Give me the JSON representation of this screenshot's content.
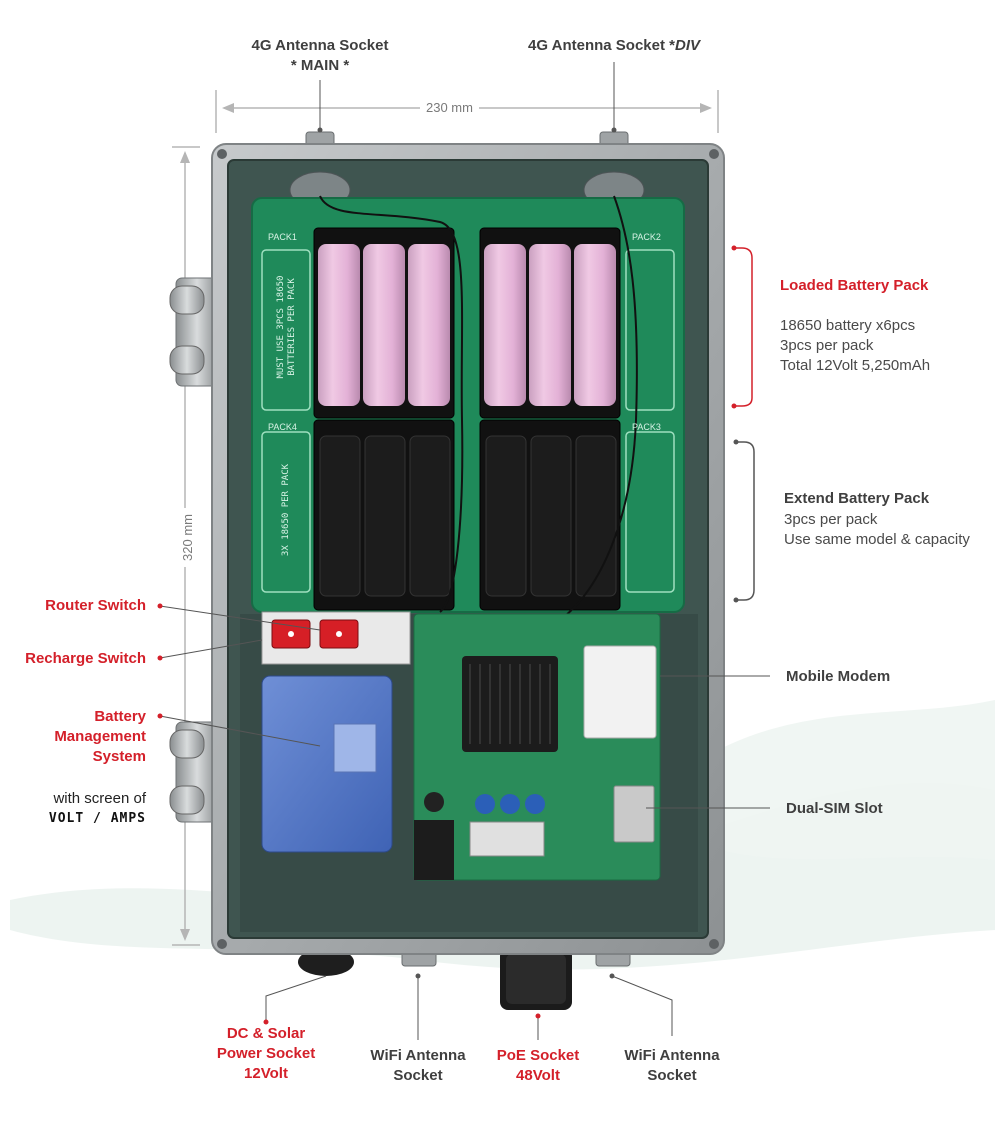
{
  "top_labels": {
    "main_antenna_line1": "4G Antenna Socket",
    "main_antenna_line2": "* MAIN *",
    "div_antenna_prefix": "4G Antenna Socket *",
    "div_antenna_suffix": "DIV"
  },
  "dimensions": {
    "width": "230 mm",
    "height": "320 mm"
  },
  "right_labels": {
    "loaded_pack_title": "Loaded Battery Pack",
    "loaded_pack_line1": "18650 battery x6pcs",
    "loaded_pack_line2": "3pcs per pack",
    "loaded_pack_line3": "Total 12Volt 5,250mAh",
    "extend_pack_title": "Extend Battery Pack",
    "extend_pack_line1": "3pcs per pack",
    "extend_pack_line2": "Use same model & capacity",
    "mobile_modem": "Mobile Modem",
    "dual_sim": "Dual-SIM Slot"
  },
  "left_labels": {
    "router_switch": "Router Switch",
    "recharge_switch": "Recharge Switch",
    "bms_line1": "Battery",
    "bms_line2": "Management",
    "bms_line3": "System",
    "screen_line1": "with screen of",
    "screen_line2": "VOLT / AMPS"
  },
  "bottom_labels": {
    "dc_line1": "DC & Solar",
    "dc_line2": "Power Socket",
    "dc_line3": "12Volt",
    "wifi1_line1": "WiFi Antenna",
    "wifi1_line2": "Socket",
    "poe_line1": "PoE Socket",
    "poe_line2": "48Volt",
    "wifi2_line1": "WiFi Antenna",
    "wifi2_line2": "Socket"
  },
  "board_text": {
    "pack1": "PACK1",
    "pack2": "PACK2",
    "pack3": "PACK3",
    "pack4": "PACK4",
    "must_use_line1": "MUST USE 3PCS 18650",
    "must_use_line2": "BATTERIES PER PACK",
    "per_pack": "3X 18650 PER PACK"
  },
  "colors": {
    "accent_red": "#d4202a",
    "text_gray": "#4a4a4a",
    "pcb_green": "#1f8a5a",
    "battery_pink": "#e7b6d9",
    "enclosure_gray": "#a9adaf"
  }
}
